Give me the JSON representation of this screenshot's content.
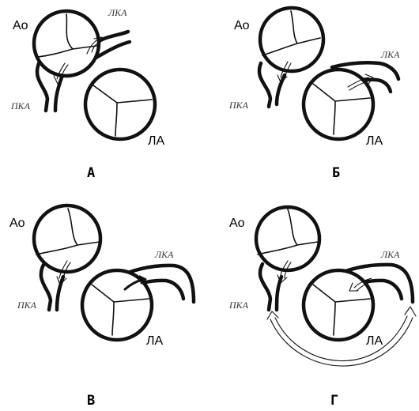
{
  "labels": {
    "aorta": "Ао",
    "pulmonary_artery": "ЛА",
    "left_coronary": "ЛКА",
    "right_coronary": "ПКА"
  },
  "panels": [
    {
      "id": "A",
      "label": "А"
    },
    {
      "id": "B",
      "label": "Б"
    },
    {
      "id": "V",
      "label": "В"
    },
    {
      "id": "G",
      "label": "Г"
    }
  ]
}
